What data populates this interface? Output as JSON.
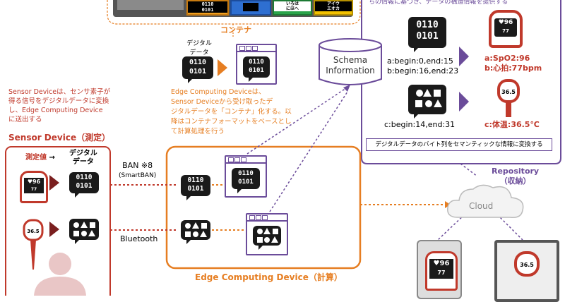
{
  "container": {
    "label": "コンテナ",
    "car_labels": [
      "0110\n0101",
      "",
      "いろは\nにほへ",
      "アイウ\nエオカ"
    ]
  },
  "digital_data": {
    "label_line1": "デジタル",
    "label_line2": "データ"
  },
  "bits": {
    "line1": "0110",
    "line2": "0101"
  },
  "schema": {
    "line1": "Schema",
    "line2": "Information"
  },
  "top_right_note": "ちの情報に基づき、データの構造情報を提供する",
  "mapping": {
    "row1_line1": "a:begin:0,end:15",
    "row1_line2": "b:begin:16,end:23",
    "row2": "c:begin:14,end:31",
    "result1_line1": "a:SpO2:96",
    "result1_line2": "b:心拍:77bpm",
    "result2": "c:体温:36.5℃",
    "footer": "デジタルデータのバイト列をセマンティックな情報に変換する"
  },
  "repository": {
    "title": "Repository",
    "subtitle": "（収納）",
    "cloud": "Cloud"
  },
  "sensor_desc": [
    "Sensor Deviceは、センサ素子が",
    "得る信号をデジタルデータに変換",
    "し、Edge Computing Device",
    "に送出する"
  ],
  "sensor_title": "Sensor Device（測定）",
  "edge_desc": [
    "Edge Computing Deviceは、",
    "Sensor Deviceから受け取ったデ",
    "ジタルデータを「コンテナ」化する。以",
    "降はコンテナフォーマットをベースとし",
    "て計算処理を行う"
  ],
  "sensor_box": {
    "measured": "測定値",
    "arrow": "→",
    "digital1": "デジタル",
    "digital2": "データ"
  },
  "links": {
    "ban_line1": "BAN ※8",
    "ban_line2": "(SmartBAN)",
    "bluetooth": "Bluetooth"
  },
  "edge_title": "Edge Computing Device（計算）",
  "oximeter": {
    "spo2": "96",
    "hr": "77"
  },
  "thermometer": {
    "value": "36.5"
  },
  "colors": {
    "orange": "#e67e22",
    "purple": "#6b4c9a",
    "red": "#c0392b",
    "dark": "#1a1a1a"
  }
}
